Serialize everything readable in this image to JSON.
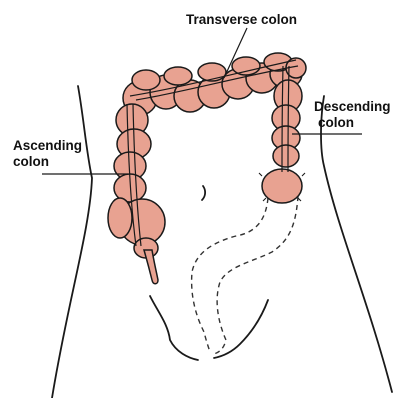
{
  "diagram": {
    "labels": {
      "transverse": "Transverse colon",
      "descending_line1": "Descending",
      "descending_line2": "colon",
      "ascending_line1": "Ascending",
      "ascending_line2": "colon"
    },
    "colors": {
      "colon_fill": "#e8a291",
      "outline": "#1a1a1a",
      "background": "#ffffff"
    }
  }
}
